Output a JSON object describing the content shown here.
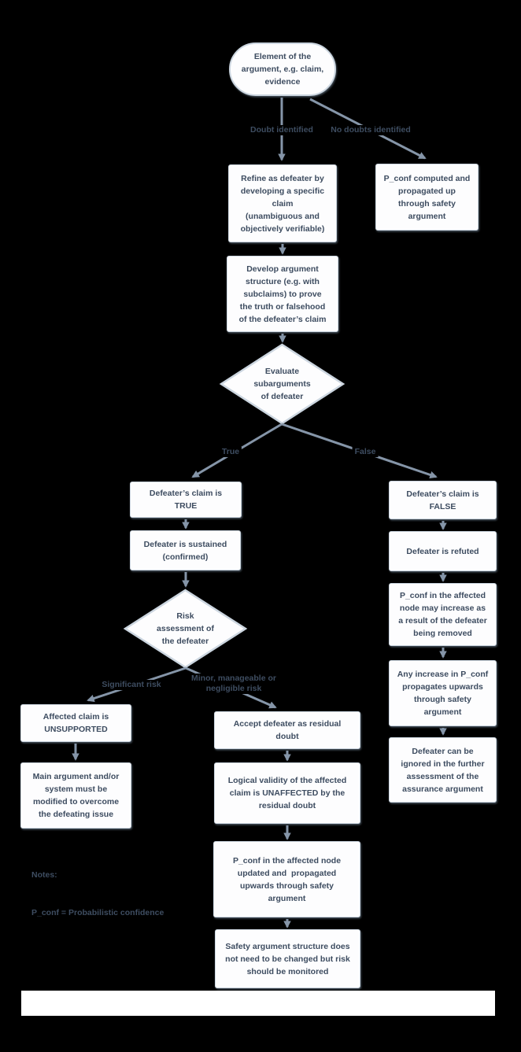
{
  "nodes": {
    "start": "Element of the\nargument, e.g. claim,\nevidence",
    "refine": "Refine as defeater by\ndeveloping a specific\nclaim\n(unambiguous and\nobjectively verifiable)",
    "pconf_computed": "P_conf computed and\npropagated up\nthrough safety\nargument",
    "develop": "Develop argument\nstructure (e.g. with\nsubclaims) to prove\nthe truth or falsehood\nof the defeater’s claim",
    "evaluate": "Evaluate\nsubarguments\nof defeater",
    "claim_true": "Defeater’s claim is\nTRUE",
    "sustained": "Defeater is sustained\n(confirmed)",
    "risk": "Risk\nassessment of\nthe defeater",
    "unsupported": "Affected claim is\nUNSUPPORTED",
    "modify": "Main argument and/or\nsystem must be\nmodified to overcome\nthe defeating issue",
    "accept": "Accept defeater as residual\ndoubt",
    "logical": "Logical validity of the affected\nclaim is UNAFFECTED by the\nresidual doubt",
    "pconf_updated": "P_conf in the affected node\nupdated and  propagated\nupwards through safety\nargument",
    "safety_structure": "Safety argument structure does\nnot need to be changed but risk\nshould be monitored",
    "claim_false": "Defeater’s claim is\nFALSE",
    "refuted": "Defeater is refuted",
    "pconf_increase": "P_conf in the affected\nnode may increase as\na result of the defeater\nbeing removed",
    "any_increase": "Any increase in P_conf\npropagates upwards\nthrough safety\nargument",
    "ignored": "Defeater can be\nignored in the further\nassessment of the\nassurance argument"
  },
  "edge_labels": {
    "doubt": "Doubt identified",
    "no_doubt": "No doubts identified",
    "true": "True",
    "false": "False",
    "significant_risk": "Significant risk",
    "minor_risk": "Minor, manageable or\nnegligible risk"
  },
  "notes": {
    "heading": "Notes:",
    "definition": "P_conf = Probabilistic confidence"
  },
  "colors": {
    "background": "#000000",
    "node_fill": "#fdfdfe",
    "node_border": "#ccd6e0",
    "text": "#3d4c60",
    "arrow": "#8595a8",
    "footer_bar": "#ffffff"
  }
}
